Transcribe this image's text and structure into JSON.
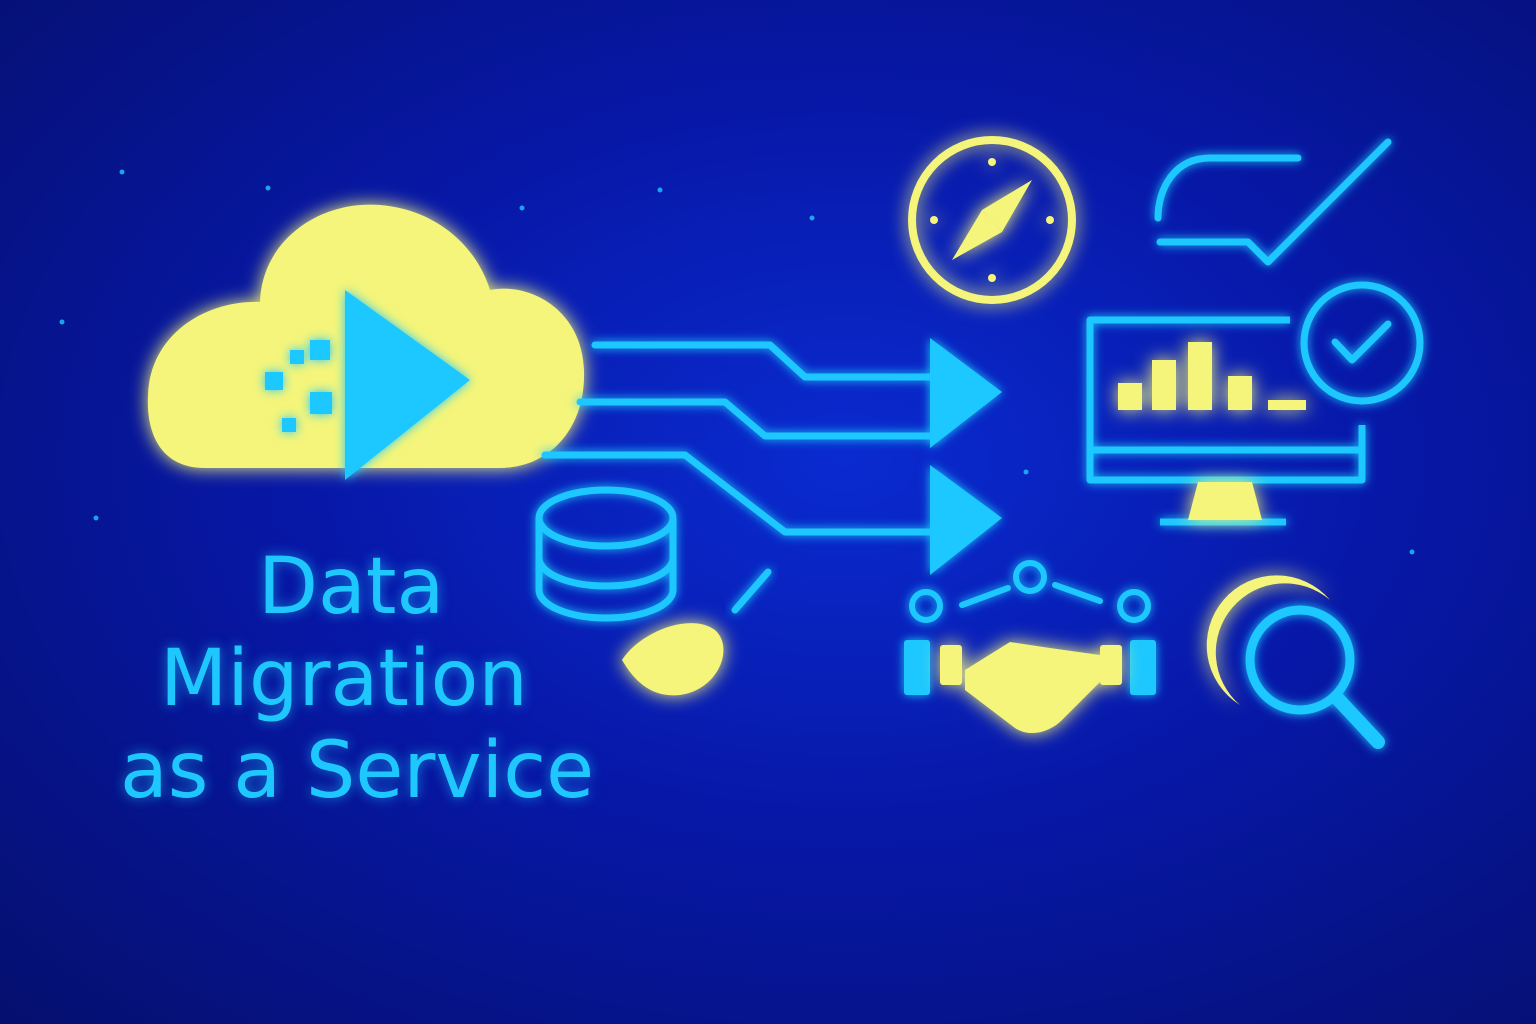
{
  "title": {
    "line1": "Data",
    "line2": "Migration",
    "line3": "as a Service"
  },
  "colors": {
    "background": "#0718a8",
    "cyan": "#1ec8ff",
    "yellow": "#f4f57a"
  },
  "icons": [
    "cloud-icon",
    "play-arrow-icon",
    "compass-icon",
    "signature-check-icon",
    "monitor-chart-icon",
    "check-circle-icon",
    "database-icon",
    "brush-icon",
    "handshake-icon",
    "network-nodes-icon",
    "magnifier-icon"
  ]
}
